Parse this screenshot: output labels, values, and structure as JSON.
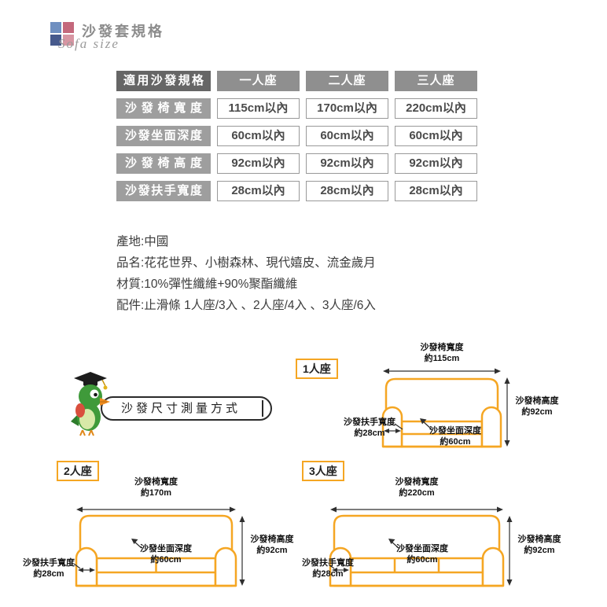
{
  "logo": {
    "title": "沙發套規格",
    "subtitle": "Sofa size",
    "square_colors": [
      "#6f8fc0",
      "#c4687c",
      "#46598c",
      "#d795a2"
    ]
  },
  "spec_table": {
    "corner_header": "適用沙發規格",
    "seat_headers": [
      "一人座",
      "二人座",
      "三人座"
    ],
    "rows": [
      {
        "label": "沙發椅寬度",
        "values": [
          "115cm以內",
          "170cm以內",
          "220cm以內"
        ]
      },
      {
        "label": "沙發坐面深度",
        "values": [
          "60cm以內",
          "60cm以內",
          "60cm以內"
        ]
      },
      {
        "label": "沙發椅高度",
        "values": [
          "92cm以內",
          "92cm以內",
          "92cm以內"
        ]
      },
      {
        "label": "沙發扶手寬度",
        "values": [
          "28cm以內",
          "28cm以內",
          "28cm以內"
        ]
      }
    ]
  },
  "product_info": [
    "產地:中國",
    "品名:花花世界、小樹森林、現代嬉皮、流金歲月",
    "材質:10%彈性纖維+90%聚酯纖維",
    "配件:止滑條 1人座/3入 、2人座/4入 、3人座/6入"
  ],
  "measurement": {
    "banner": "沙發尺寸測量方式",
    "diagrams": [
      {
        "badge": "1人座",
        "width_label": "沙發椅寬度",
        "width_value": "約115cm",
        "height_label": "沙發椅高度",
        "height_value": "約92cm",
        "arm_label": "沙發扶手寬度",
        "arm_value": "約28cm",
        "depth_label": "沙發坐面深度",
        "depth_value": "約60cm"
      },
      {
        "badge": "2人座",
        "width_label": "沙發椅寬度",
        "width_value": "約170m",
        "height_label": "沙發椅高度",
        "height_value": "約92cm",
        "arm_label": "沙發扶手寬度",
        "arm_value": "約28cm",
        "depth_label": "沙發坐面深度",
        "depth_value": "約60cm"
      },
      {
        "badge": "3人座",
        "width_label": "沙發椅寬度",
        "width_value": "約220cm",
        "height_label": "沙發椅高度",
        "height_value": "約92cm",
        "arm_label": "沙發扶手寬度",
        "arm_value": "約28cm",
        "depth_label": "沙發坐面深度",
        "depth_value": "約60cm"
      }
    ]
  },
  "colors": {
    "accent_orange": "#f5a623",
    "table_dark_gray": "#666666",
    "table_gray": "#9e9e9e",
    "value_text": "#4a4a4a"
  }
}
